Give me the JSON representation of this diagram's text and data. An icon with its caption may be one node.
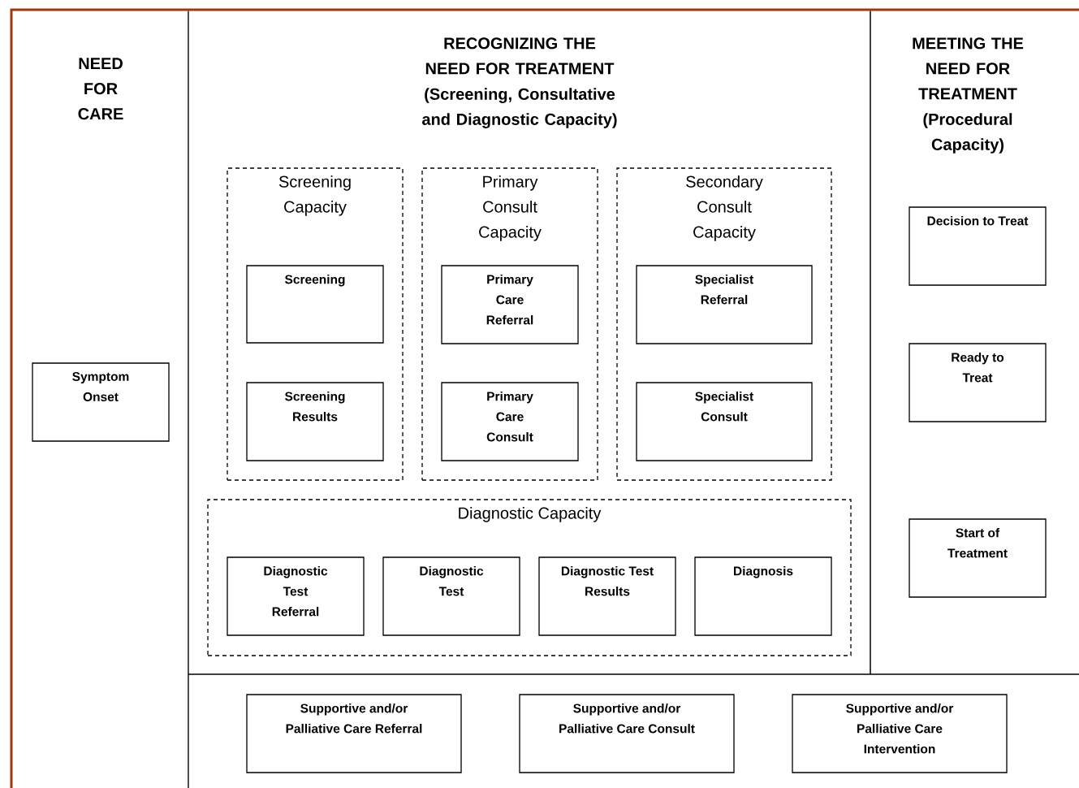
{
  "diagram": {
    "nodes": [
      {
        "text": [
          "Symptom Onset"
        ]
      },
      {
        "text": [
          "Screening Capacity"
        ]
      },
      {
        "text": [
          "Screening"
        ],
        "in": 1
      },
      {
        "text": [
          "Screening Results"
        ],
        "in": 1
      },
      {
        "text": [
          "Primary Consult Capacity"
        ]
      },
      {
        "text": [
          "Primary Care Referral"
        ],
        "in": 4
      },
      {
        "text": [
          "Primary Care Consult"
        ],
        "in": 4
      },
      {
        "text": [
          "Secondary Consult Capacity"
        ]
      },
      {
        "text": [
          "Specialist Referral"
        ],
        "in": 7
      },
      {
        "text": [
          "Specialist Consult"
        ],
        "in": 7
      },
      {
        "text": [
          "Diagnostic Capacity"
        ]
      },
      {
        "text": [
          "Diagnostic Test Referral"
        ],
        "in": 10
      },
      {
        "text": [
          "Diagnostic Test"
        ],
        "in": 10
      },
      {
        "text": [
          "Diagnostic Test Results"
        ],
        "in": 10
      },
      {
        "text": [
          "Diagnosis"
        ],
        "in": 10
      },
      {
        "text": [
          "Decision to Treat"
        ]
      },
      {
        "text": [
          "Ready to Treat"
        ]
      },
      {
        "text": [
          "Start of Treatment"
        ]
      },
      {
        "text": [
          "Supportive and/or Palliative Care Referral"
        ]
      },
      {
        "text": [
          "Supportive and/or Palliative Care Consult"
        ]
      },
      {
        "text": [
          "Supportive and/or Palliative Care Intervention"
        ]
      }
    ],
    "labels": [
      "NEED FOR CARE",
      "RECOGNIZING THE NEED FOR TREATMENT",
      "(Screening, Consultative and Diagnostic Capacity)",
      "MEETING THE NEED FOR TREATMENT",
      "(Procedural Capacity)"
    ]
  }
}
